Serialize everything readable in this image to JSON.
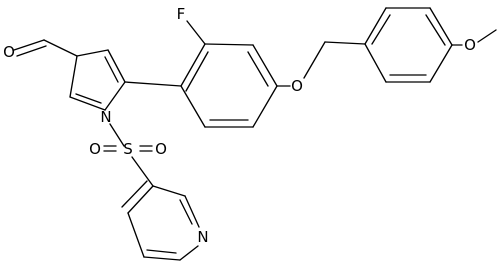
{
  "molecule": {
    "atom_labels": {
      "aldehyde_oxygen": "O",
      "fluorine": "F",
      "ether_oxygen": "O",
      "methoxy": "O",
      "pyrrole_nitrogen": "N",
      "sulfur": "S",
      "sulfonyl_oxygen_left": "O",
      "sulfonyl_oxygen_right": "O",
      "pyridine_nitrogen": "N"
    }
  },
  "colors": {
    "bond": "#000000",
    "label": "#000000",
    "background": "#ffffff"
  }
}
